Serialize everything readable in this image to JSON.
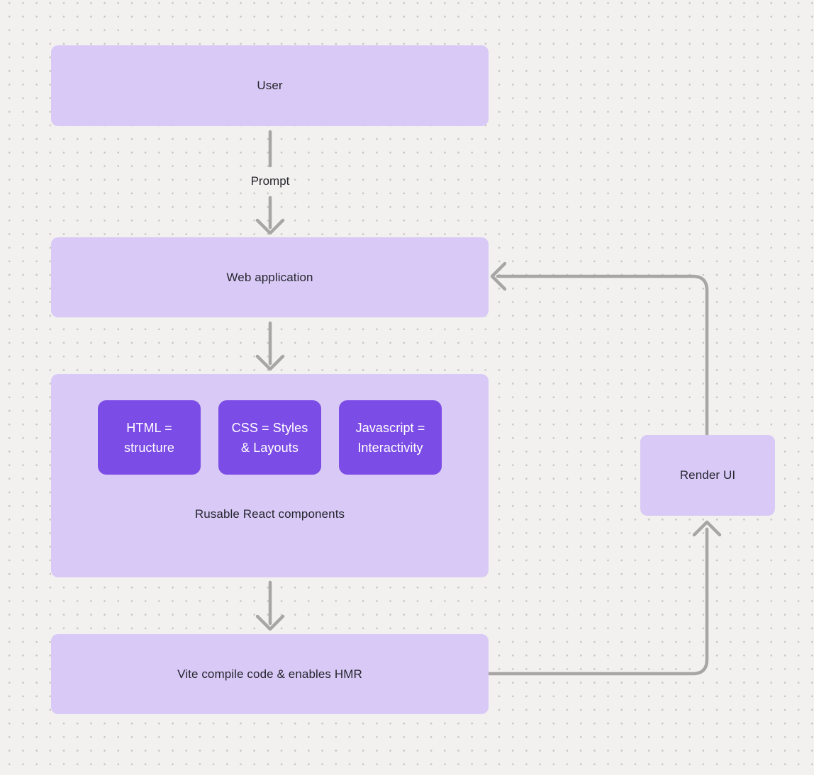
{
  "theme": {
    "canvas_bg": "#f2f1ef",
    "dot_color": "#c7c4c1",
    "node_fill_light": "#d8c9f6",
    "node_fill_dark": "#7c4ce6",
    "connector_color": "#a8a6a4",
    "text_dark": "#26262e",
    "text_light": "#ffffff"
  },
  "diagram": {
    "nodes": {
      "user": {
        "label": "User"
      },
      "web_application": {
        "label": "Web application"
      },
      "components_group": {
        "caption": "Rusable React components",
        "chips": [
          {
            "label": "HTML =\nstructure"
          },
          {
            "label": "CSS = Styles\n& Layouts"
          },
          {
            "label": "Javascript =\nInteractivity"
          }
        ]
      },
      "vite": {
        "label": "Vite compile code & enables HMR"
      },
      "render_ui": {
        "label": "Render UI"
      }
    },
    "edge_labels": {
      "prompt": "Prompt"
    }
  }
}
